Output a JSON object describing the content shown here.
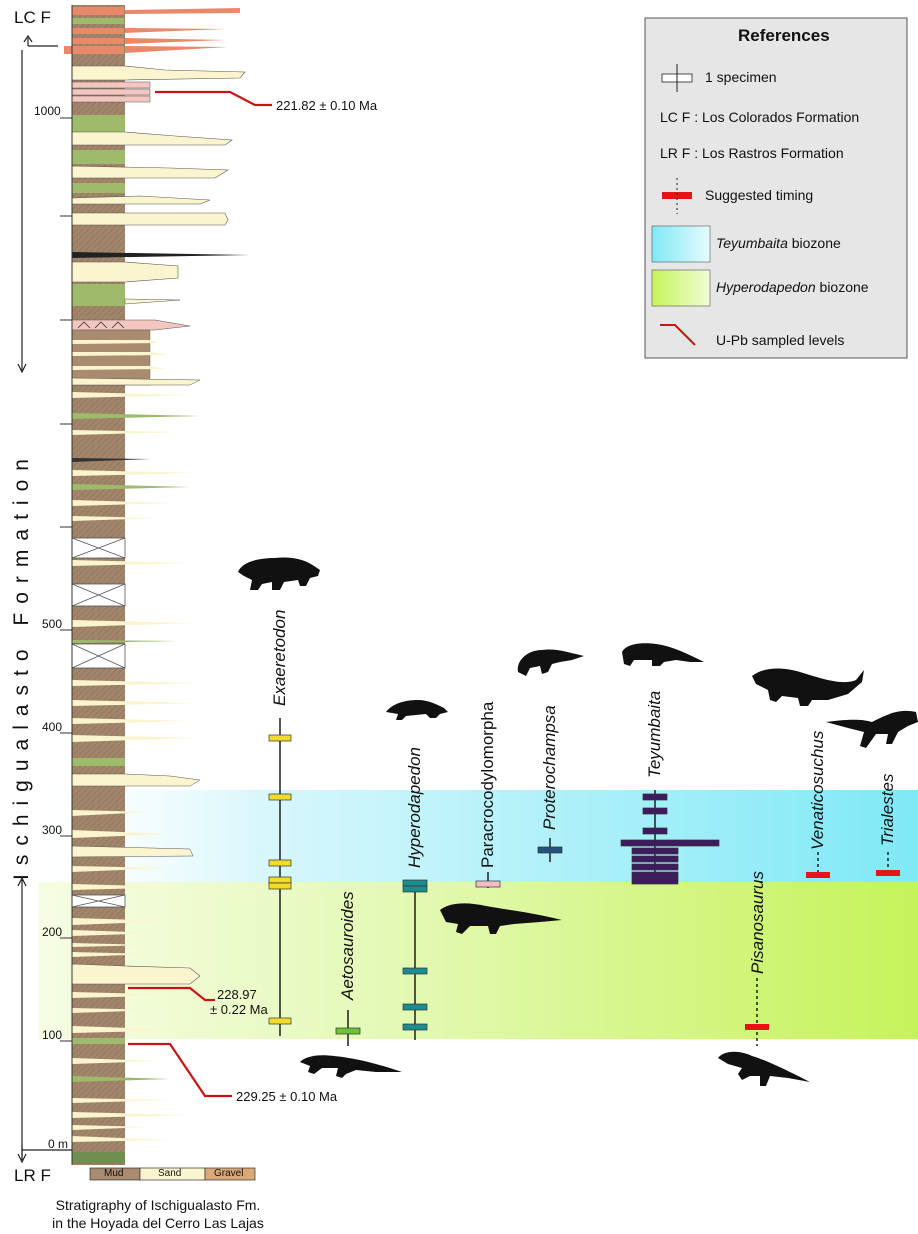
{
  "references": {
    "title": "References",
    "one_specimen": "1 specimen",
    "lcf": "LC F :  Los Colorados Formation",
    "lrf": "LR F :  Los Rastros Formation",
    "suggested_timing": "Suggested timing",
    "teyumbaita_italic": "Teyumbaita",
    "teyumbaita_rest": "biozone",
    "hyperodapedon_italic": "Hyperodapedon",
    "hyperodapedon_rest": "biozone",
    "upb": "U-Pb sampled levels"
  },
  "column": {
    "top_label": "LC F",
    "bottom_label": "LR F",
    "formation_label": "Ischigualasto Formation",
    "depth_ticks": [
      "1000",
      "500",
      "400",
      "300",
      "200",
      "100",
      "0 m"
    ],
    "grain_size": [
      "Mud",
      "Sand",
      "Gravel"
    ]
  },
  "dates": {
    "top": "221.82 ± 0.10 Ma",
    "mid_line1": "228.97",
    "mid_line2": "± 0.22 Ma",
    "bottom": "229.25 ± 0.10 Ma"
  },
  "taxa": [
    {
      "name": "Exaeretodon",
      "style": "italic"
    },
    {
      "name": "Aetosauroides",
      "style": "italic"
    },
    {
      "name": "Hyperodapedon",
      "style": "italic"
    },
    {
      "name": "Paracrocodylomorpha",
      "style": "upright"
    },
    {
      "name": "Proterochampsa",
      "style": "italic"
    },
    {
      "name": "Teyumbaita",
      "style": "italic"
    },
    {
      "name": "Pisanosaurus",
      "style": "italic"
    },
    {
      "name": "Venaticosuchus",
      "style": "italic"
    },
    {
      "name": "Trialestes",
      "style": "italic"
    }
  ],
  "caption": {
    "line1": "Stratigraphy of Ischigualasto Fm.",
    "line2": "in the Hoyada del Cerro Las Lajas"
  },
  "colors": {
    "teyumbaita_zone": "#7fe9f6",
    "hyperodapedon_zone": "#c6f35a",
    "mud": "#a98b6f",
    "sand": "#fbf5cf",
    "red_sample": "#c81414",
    "exaeretodon": "#f2dc2a",
    "aetosauroides": "#6cc23c",
    "hyperodapedon": "#1d8c8e",
    "paracrocodylomorpha": "#f4bcc8",
    "proterochampsa": "#23527a",
    "teyumbaita": "#3e1a5e",
    "suggested": "#e41515"
  }
}
